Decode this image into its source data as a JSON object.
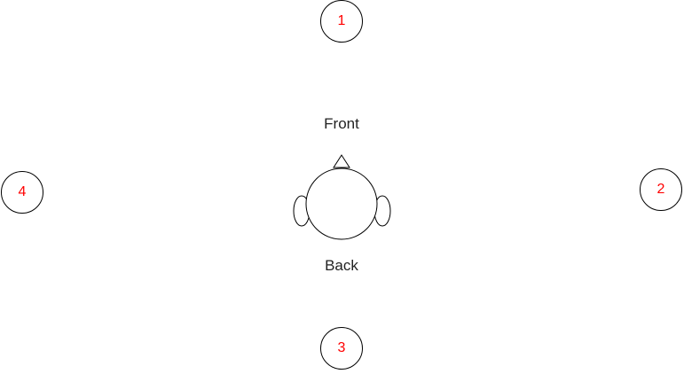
{
  "diagram": {
    "labels": {
      "front": "Front",
      "back": "Back"
    },
    "markers": [
      {
        "id": "1"
      },
      {
        "id": "2"
      },
      {
        "id": "3"
      },
      {
        "id": "4"
      }
    ],
    "colors": {
      "marker_text": "#ff0000",
      "outline": "#000000",
      "label_text": "#222222",
      "background": "#ffffff"
    }
  }
}
